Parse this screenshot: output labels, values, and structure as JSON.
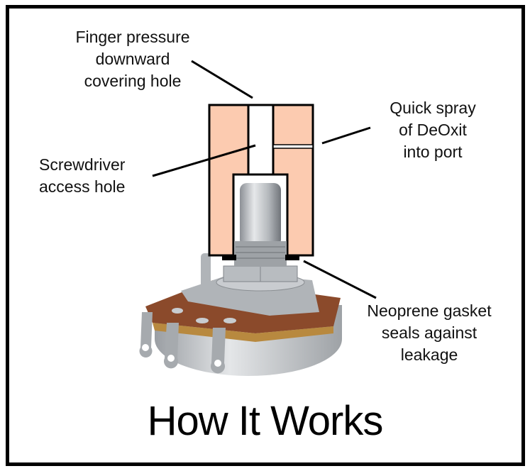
{
  "diagram": {
    "title": "How It Works",
    "labels": {
      "finger": "Finger pressure\ndownward\ncovering hole",
      "spray": "Quick spray\nof DeOxit\ninto port",
      "screwdriver": "Screwdriver\naccess hole",
      "gasket": "Neoprene gasket\nseals against\nleakage"
    },
    "colors": {
      "cap_fill": "#FCCBB0",
      "outline": "#000000",
      "metal": "#B8BCC0",
      "board": "#8B4A2B"
    }
  }
}
